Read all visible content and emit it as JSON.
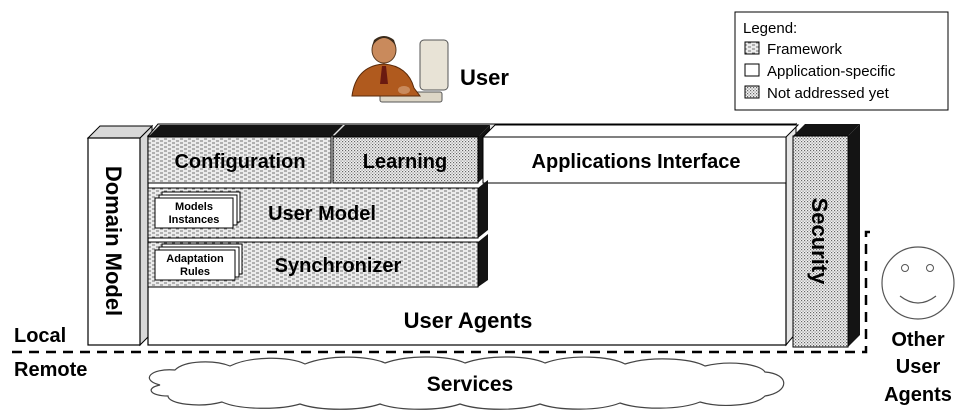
{
  "legend": {
    "title": "Legend:",
    "items": [
      {
        "label": "Framework",
        "pattern": "framework"
      },
      {
        "label": "Application-specific",
        "pattern": "application"
      },
      {
        "label": "Not addressed yet",
        "pattern": "not-addressed"
      }
    ]
  },
  "user": {
    "label": "User"
  },
  "blocks": {
    "domain_model": "Domain Model",
    "configuration": "Configuration",
    "learning": "Learning",
    "applications_interface": "Applications Interface",
    "user_model": "User Model",
    "models_instances": [
      "Models",
      "Instances"
    ],
    "synchronizer": "Synchronizer",
    "adaptation_rules": [
      "Adaptation",
      "Rules"
    ],
    "user_agents": "User Agents",
    "security": "Security"
  },
  "regions": {
    "local": "Local",
    "remote": "Remote",
    "services": "Services",
    "other_user_agents": [
      "Other",
      "User",
      "Agents"
    ]
  },
  "colors": {
    "framework_fill": "#e0e0e0",
    "dark_shadow": "#141414",
    "not_addressed_dot": "#6e6e6e"
  }
}
